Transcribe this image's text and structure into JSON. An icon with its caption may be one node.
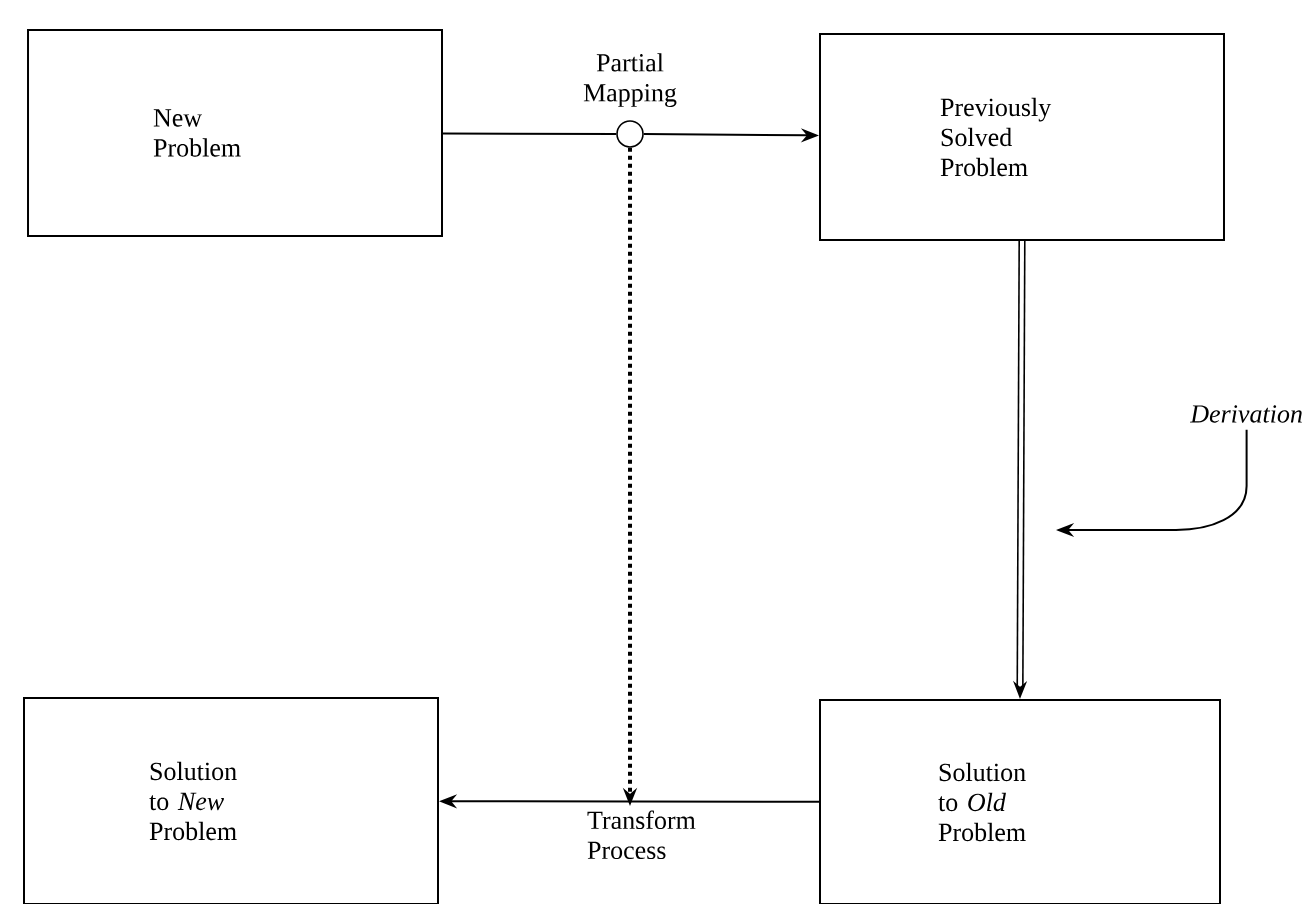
{
  "diagram": {
    "nodes": [
      {
        "text": [
          "New Problem"
        ]
      },
      {
        "text": [
          "Previously Solved Problem"
        ]
      },
      {
        "text": [
          "Solution to *New* Problem"
        ]
      },
      {
        "text": [
          "Solution to *Old* Problem"
        ]
      },
      {
        "text": [],
        "shape": "circle",
        "beside": [
          "Partial Mapping"
        ]
      },
      {
        "text": [
          "*Derivation*"
        ]
      }
    ],
    "edges": [
      {
        "from": 0,
        "to": 4,
        "arrow": "none"
      },
      {
        "from": 4,
        "to": 1,
        "arrow": "to"
      },
      {
        "from": 1,
        "to": 3,
        "arrow": "to",
        "style": "thick"
      },
      {
        "from": 3,
        "to": 2,
        "arrow": "to",
        "label": "Transform Process"
      },
      {
        "from": 4,
        "to": null,
        "arrow": "to",
        "style": "dashed"
      },
      {
        "from": 5,
        "to": null,
        "arrow": "to"
      }
    ]
  }
}
